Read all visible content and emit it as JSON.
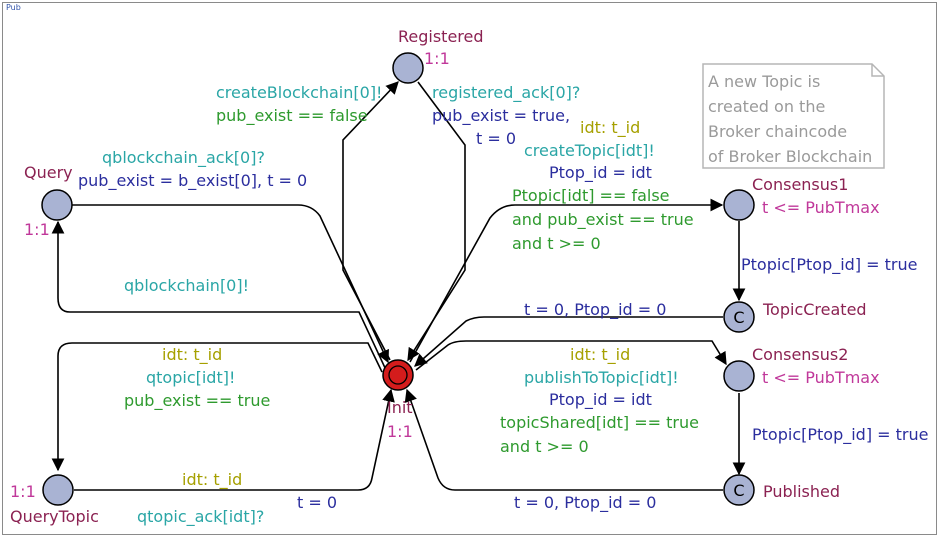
{
  "template_name": "Pub",
  "note": [
    "A new Topic is",
    "created on the",
    "Broker chaincode",
    "of Broker Blockchain"
  ],
  "locations": {
    "registered": {
      "name": "Registered",
      "rate": "1:1"
    },
    "query": {
      "name": "Query",
      "rate": "1:1"
    },
    "init": {
      "name": "Init",
      "rate": "1:1"
    },
    "query_topic": {
      "name": "QueryTopic",
      "rate": "1:1"
    },
    "consensus1": {
      "name": "Consensus1",
      "invariant": "t <= PubTmax"
    },
    "topic_created": {
      "name": "TopicCreated",
      "committed": "C"
    },
    "consensus2": {
      "name": "Consensus2",
      "invariant": "t <= PubTmax"
    },
    "published": {
      "name": "Published",
      "committed": "C"
    }
  },
  "edges": {
    "create_blockchain": {
      "sync": "createBlockchain[0]!",
      "guard": "pub_exist == false"
    },
    "registered_ack": {
      "sync": "registered_ack[0]?",
      "assign1": "pub_exist = true,",
      "assign2": "t = 0"
    },
    "qblockchain_ack": {
      "sync": "qblockchain_ack[0]?",
      "assign": "pub_exist = b_exist[0], t = 0"
    },
    "qblockchain": {
      "sync": "qblockchain[0]!"
    },
    "create_topic": {
      "select": "idt: t_id",
      "sync": "createTopic[idt]!",
      "assign": "Ptop_id = idt",
      "guard1": "Ptopic[idt] == false",
      "guard2": "and pub_exist == true",
      "guard3": "and t >= 0"
    },
    "consensus1_to_created": {
      "assign": "Ptopic[Ptop_id] = true"
    },
    "created_to_init": {
      "assign": "t = 0, Ptop_id = 0"
    },
    "qtopic": {
      "select": "idt: t_id",
      "sync": "qtopic[idt]!",
      "guard": "pub_exist == true"
    },
    "publish": {
      "select": "idt: t_id",
      "sync": "publishToTopic[idt]!",
      "assign": "Ptop_id = idt",
      "guard1": "topicShared[idt] == true",
      "guard2": "and t >= 0"
    },
    "consensus2_to_published": {
      "assign": "Ptopic[Ptop_id] = true"
    },
    "qtopic_ack": {
      "select": "idt: t_id",
      "sync": "qtopic_ack[idt]?",
      "assign": "t = 0"
    },
    "published_to_init": {
      "assign": "t = 0, Ptop_id = 0"
    }
  },
  "colors": {
    "location_fill": "#a9b3d3",
    "init_fill": "#d41c1c",
    "location_name": "#8b2252",
    "invariant": "#c0389a",
    "select": "#a6a000",
    "sync": "#2aa6a6",
    "guard": "#2e9a2e",
    "assignment": "#2b2e9e"
  },
  "icons": {
    "initial_marker": "double-circle",
    "committed_marker": "C-letter"
  }
}
